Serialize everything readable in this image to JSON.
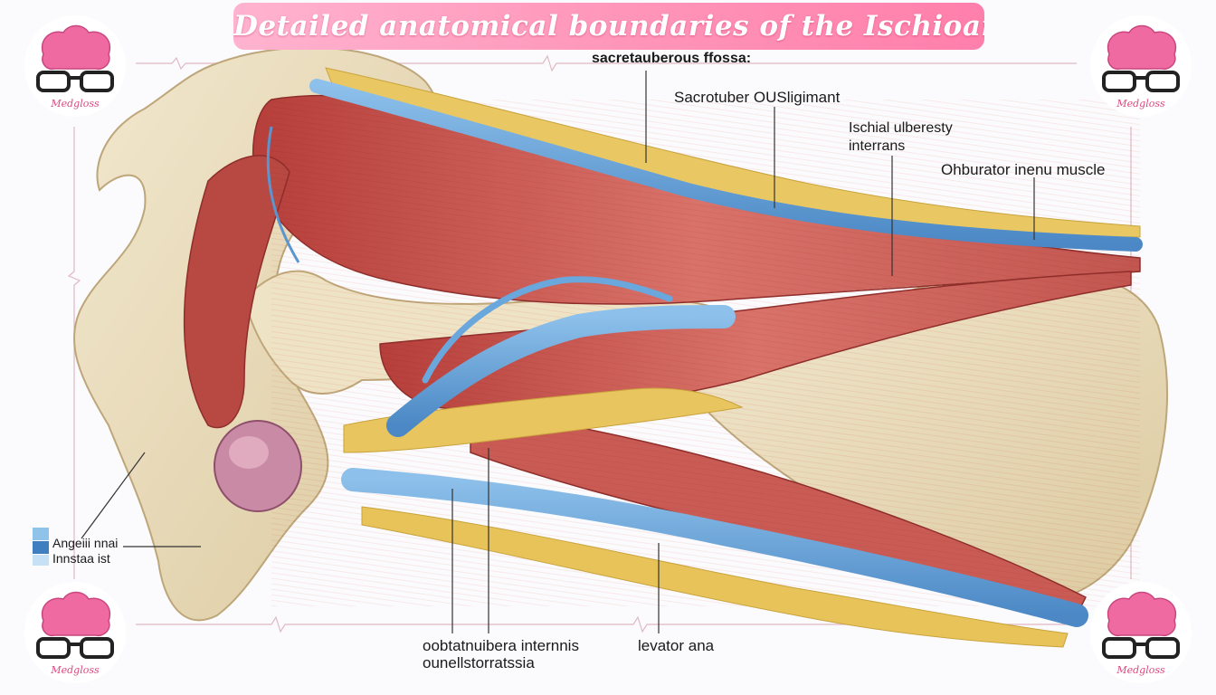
{
  "title": "Detailed anatomical boundaries of the Ischioanal fossa",
  "brand": "Medgloss",
  "labels": {
    "top_center": "sacretauberous ffossa:",
    "sacrotuberous": "Sacrotuber  OUSligimant",
    "ischial_line1": "Ischial ulberesty",
    "ischial_line2": "interrans",
    "obturator_muscle": "Ohburator inenu  muscle",
    "left_line1": "Angeiii nnai",
    "left_line2": "Innstaa ist",
    "bottom_left_line1": "oobtatnuibera internnis",
    "bottom_left_line2": "ounellstorratssia",
    "bottom_right": "levator ana"
  },
  "colors": {
    "title_pink": "#ff8fb5",
    "bone": "#ecdfc1",
    "muscle": "#c64f4a",
    "vessel": "#6aa7dc",
    "fat": "#e7c45a",
    "brain_pink": "#ee6aa0"
  },
  "icons": [
    "brain-glasses-logo",
    "ecg-line"
  ]
}
